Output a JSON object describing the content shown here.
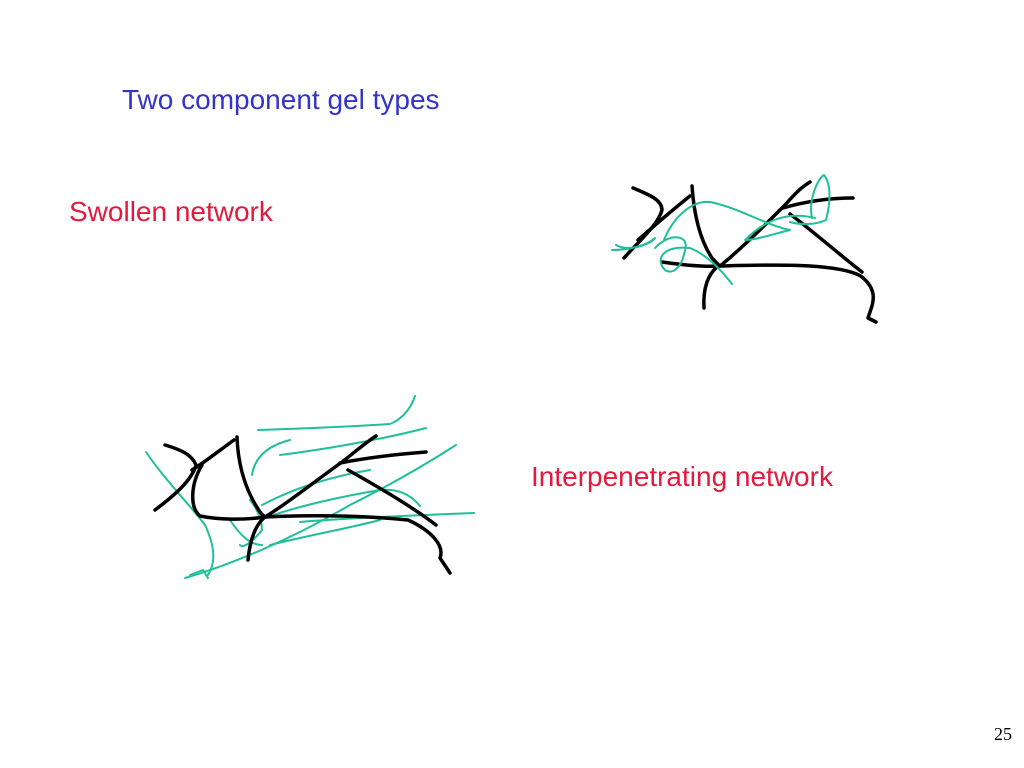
{
  "slide": {
    "title": "Two component gel types",
    "page_number": "25"
  },
  "diagrams": [
    {
      "label": "Swollen network"
    },
    {
      "label": "Interpenetrating network"
    }
  ],
  "colors": {
    "title": "#3333cc",
    "label": "#e6183c",
    "primary_network": "#000000",
    "secondary_network": "#1fbf99"
  }
}
